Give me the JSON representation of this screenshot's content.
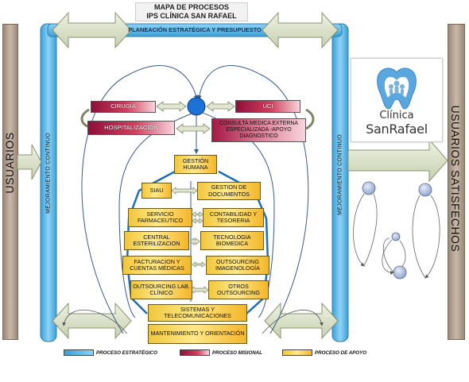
{
  "title": {
    "line1": "MAPA DE PROCESOS",
    "line2": "IPS CLÍNICA SAN RAFAEL"
  },
  "left_label": "USUARIOS",
  "right_label": "USUARIOS  SATISFECHOS",
  "strategic": {
    "top_bar": "PLANEACIÓN ESTRATÉGICA Y PRESUPUESTO",
    "left_vertical": "MEJORAMIENTO  CONTINUO",
    "right_vertical": "MEJORAMIENTO  CONTINUO"
  },
  "missional": {
    "cirugia": "CIRUGIA",
    "hospitalizacion": "HOSPITALIZACIÓN",
    "uci": "UCI",
    "consulta": "CONSULTA MEDICA EXTERNA ESPECIALIZADA -APOYO DIAGNOSTICO"
  },
  "support": {
    "gestion_humana": "GESTIÓN HUMANA",
    "siau": "SIAU",
    "gestion_documentos": "GESTION DE DOCUMENTOS",
    "servicio_farmaceutico": "SERVICIO FARMACEUTICO",
    "contabilidad": "CONTABILIDAD Y TESORERIA",
    "central_esterilizacion": "CENTRAL ESTERILIZACION",
    "tecnologia_biomedica": "TECNOLOGIA BIOMEDICA",
    "facturacion": "FACTURACION Y CUENTAS MÉDICAS",
    "outsourcing_imagenologia": "OUTSOURCING IMAGENOLOGÍA",
    "outsourcing_lab": "OUTSOURCING LAB. CLÍNICO",
    "otros_outsourcing": "OTROS OUTSOURCING",
    "sistemas": "SISTEMAS Y TELECOMUNICACIONES",
    "mantenimiento": "MANTENIMIENTO Y ORIENTACIÓN"
  },
  "logo": {
    "line1": "Clínica",
    "line2": "SanRafael",
    "text_color": "#333333",
    "accent": "#5aa7e0"
  },
  "legend": {
    "estrategico": "PROCESO ESTRATÉGICO",
    "misional": "PROCESO MISIONAL",
    "apoyo": "PROCESO DE APOYO"
  },
  "colors": {
    "strategic": "#5bb7e6",
    "missional": "#b8214b",
    "support": "#f5c43a",
    "arrows": "#d6dfc2",
    "users_bar": "#a99684"
  }
}
